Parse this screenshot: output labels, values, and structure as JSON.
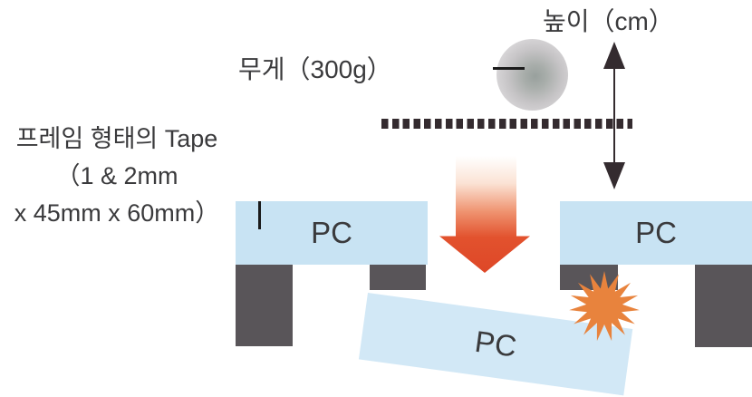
{
  "diagram": {
    "labels": {
      "weight": "무게（300g）",
      "height": "높이（cm）",
      "tape_line1": "프레임 형태의 Tape",
      "tape_line2": "（1 & 2mm",
      "tape_line3": "x 45mm x 60mm）"
    },
    "plates": {
      "left_label": "PC",
      "right_label": "PC",
      "dropped_label": "PC"
    },
    "icons": {
      "ball": "drop-weight-ball",
      "starburst": "impact-burst"
    },
    "colors": {
      "plate_blue": "#c8e3f3",
      "dropped_plate_blue": "#d2e8f6",
      "support_gray": "#595559",
      "burst_orange": "#e8833d",
      "impact_red": "#de4727",
      "dark_line": "#342b2f",
      "text": "#3a3a3c"
    }
  }
}
